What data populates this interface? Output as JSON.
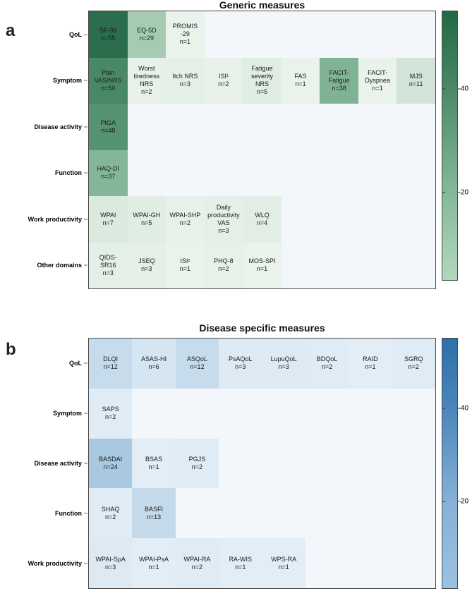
{
  "chart_data": [
    {
      "type": "heatmap",
      "panel_letter": "a",
      "title": "Generic measures",
      "plot_background": "#f3f7fb",
      "row_categories": [
        "QoL",
        "Symptom",
        "Disease activity",
        "Function",
        "Work productivity",
        "Other domains"
      ],
      "num_columns": 9,
      "value_label_prefix": "n=",
      "cells": [
        {
          "row": 0,
          "col": 0,
          "label": "SF-36",
          "n": 55
        },
        {
          "row": 0,
          "col": 1,
          "label": "EQ-5D",
          "n": 29
        },
        {
          "row": 0,
          "col": 2,
          "label": "PROMIS\n-29",
          "n": 1
        },
        {
          "row": 1,
          "col": 0,
          "label": "Pain\nVAS/NRS",
          "n": 50
        },
        {
          "row": 1,
          "col": 1,
          "label": "Worst\ntiredness\nNRS",
          "n": 2
        },
        {
          "row": 1,
          "col": 2,
          "label": "Itch NRS",
          "n": 3
        },
        {
          "row": 1,
          "col": 3,
          "label": "ISI¹",
          "n": 2
        },
        {
          "row": 1,
          "col": 4,
          "label": "Fatigue\nseverity\nNRS",
          "n": 5
        },
        {
          "row": 1,
          "col": 5,
          "label": "FAS",
          "n": 1
        },
        {
          "row": 1,
          "col": 6,
          "label": "FACIT-\nFatigue",
          "n": 38
        },
        {
          "row": 1,
          "col": 7,
          "label": "FACIT-\nDyspnea",
          "n": 1
        },
        {
          "row": 1,
          "col": 8,
          "label": "MJS",
          "n": 11
        },
        {
          "row": 2,
          "col": 0,
          "label": "PtGA",
          "n": 48
        },
        {
          "row": 3,
          "col": 0,
          "label": "HAQ-DI",
          "n": 37
        },
        {
          "row": 4,
          "col": 0,
          "label": "WPAI",
          "n": 7
        },
        {
          "row": 4,
          "col": 1,
          "label": "WPAI-GH",
          "n": 5
        },
        {
          "row": 4,
          "col": 2,
          "label": "WPAI-SHP",
          "n": 2
        },
        {
          "row": 4,
          "col": 3,
          "label": "Daily\nproductivity\nVAS",
          "n": 3
        },
        {
          "row": 4,
          "col": 4,
          "label": "WLQ",
          "n": 4
        },
        {
          "row": 5,
          "col": 0,
          "label": "QIDS-\nSR16",
          "n": 3
        },
        {
          "row": 5,
          "col": 1,
          "label": "JSEQ",
          "n": 3
        },
        {
          "row": 5,
          "col": 2,
          "label": "ISI²",
          "n": 1
        },
        {
          "row": 5,
          "col": 3,
          "label": "PHQ-8",
          "n": 2
        },
        {
          "row": 5,
          "col": 4,
          "label": "MOS-SPI",
          "n": 1
        }
      ],
      "color_scale": {
        "min": 1,
        "max": 55,
        "stops": [
          [
            0,
            "#e9f2eb"
          ],
          [
            0.52,
            "#a5ccb2"
          ],
          [
            0.69,
            "#7fb295"
          ],
          [
            0.87,
            "#559371"
          ],
          [
            1,
            "#2b6e4e"
          ]
        ]
      },
      "colorbar": {
        "gradient": [
          [
            0,
            "#1f6943"
          ],
          [
            0.29,
            "#4a8866"
          ],
          [
            0.67,
            "#84b899"
          ],
          [
            1,
            "#b2d8bd"
          ]
        ],
        "ticks": [
          {
            "value": 40,
            "frac": 0.29
          },
          {
            "value": 20,
            "frac": 0.674
          }
        ]
      }
    },
    {
      "type": "heatmap",
      "panel_letter": "b",
      "title": "Disease specific measures",
      "plot_background": "#f3f7fb",
      "row_categories": [
        "QoL",
        "Symptom",
        "Disease activity",
        "Function",
        "Work productivity"
      ],
      "num_columns": 8,
      "value_label_prefix": "n=",
      "cells": [
        {
          "row": 0,
          "col": 0,
          "label": "DLQI",
          "n": 12
        },
        {
          "row": 0,
          "col": 1,
          "label": "ASAS-HI",
          "n": 6
        },
        {
          "row": 0,
          "col": 2,
          "label": "ASQoL",
          "n": 12
        },
        {
          "row": 0,
          "col": 3,
          "label": "PsAQoL",
          "n": 3
        },
        {
          "row": 0,
          "col": 4,
          "label": "LupuQoL",
          "n": 3
        },
        {
          "row": 0,
          "col": 5,
          "label": "BDQoL",
          "n": 2
        },
        {
          "row": 0,
          "col": 6,
          "label": "RAID",
          "n": 1
        },
        {
          "row": 0,
          "col": 7,
          "label": "SGRQ",
          "n": 2
        },
        {
          "row": 1,
          "col": 0,
          "label": "SAPS",
          "n": 2
        },
        {
          "row": 2,
          "col": 0,
          "label": "BASDAI",
          "n": 24
        },
        {
          "row": 2,
          "col": 1,
          "label": "BSAS",
          "n": 1
        },
        {
          "row": 2,
          "col": 2,
          "label": "PGJS",
          "n": 2
        },
        {
          "row": 3,
          "col": 0,
          "label": "SHAQ",
          "n": 2
        },
        {
          "row": 3,
          "col": 1,
          "label": "BASFI",
          "n": 13
        },
        {
          "row": 4,
          "col": 0,
          "label": "WPAI-SpA",
          "n": 3
        },
        {
          "row": 4,
          "col": 1,
          "label": "WPAI-PsA",
          "n": 1
        },
        {
          "row": 4,
          "col": 2,
          "label": "WPAI-RA",
          "n": 2
        },
        {
          "row": 4,
          "col": 3,
          "label": "RA-WIS",
          "n": 1
        },
        {
          "row": 4,
          "col": 4,
          "label": "WPS-RA",
          "n": 1
        }
      ],
      "color_scale": {
        "min": 1,
        "max": 55,
        "stops": [
          [
            0,
            "#e2edf6"
          ],
          [
            0.43,
            "#a7c9e0"
          ],
          [
            1,
            "#2f77b3"
          ]
        ]
      },
      "colorbar": {
        "gradient": [
          [
            0,
            "#2e6fa9"
          ],
          [
            0.28,
            "#4a86bb"
          ],
          [
            0.65,
            "#86b0d6"
          ],
          [
            1,
            "#9cc2e2"
          ]
        ],
        "ticks": [
          {
            "value": 40,
            "frac": 0.281
          },
          {
            "value": 20,
            "frac": 0.652
          }
        ]
      }
    }
  ]
}
